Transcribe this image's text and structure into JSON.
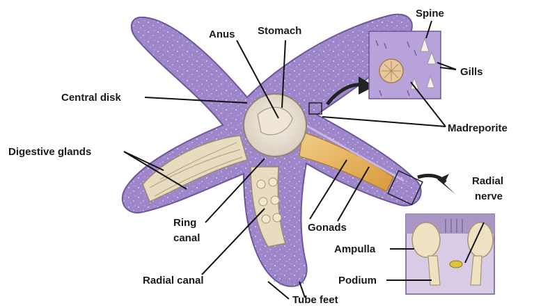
{
  "labels": {
    "anus": "Anus",
    "stomach": "Stomach",
    "spine": "Spine",
    "gills": "Gills",
    "central_disk": "Central disk",
    "madreporite": "Madreporite",
    "digestive_glands": "Digestive glands",
    "radial_nerve_line1": "Radial",
    "radial_nerve_line2": "nerve",
    "ring_canal_line1": "Ring",
    "ring_canal_line2": "canal",
    "gonads": "Gonads",
    "ampulla": "Ampulla",
    "podium": "Podium",
    "radial_canal": "Radial canal",
    "tube_feet": "Tube feet"
  },
  "colors": {
    "body_purple": "#9d86c9",
    "body_light": "#c9b8e6",
    "body_dark": "#6d569c",
    "gland_cream": "#e8dcc0",
    "gonad_orange": "#e6b257",
    "label_text": "#1a1a1a",
    "leader_line": "#111111"
  }
}
